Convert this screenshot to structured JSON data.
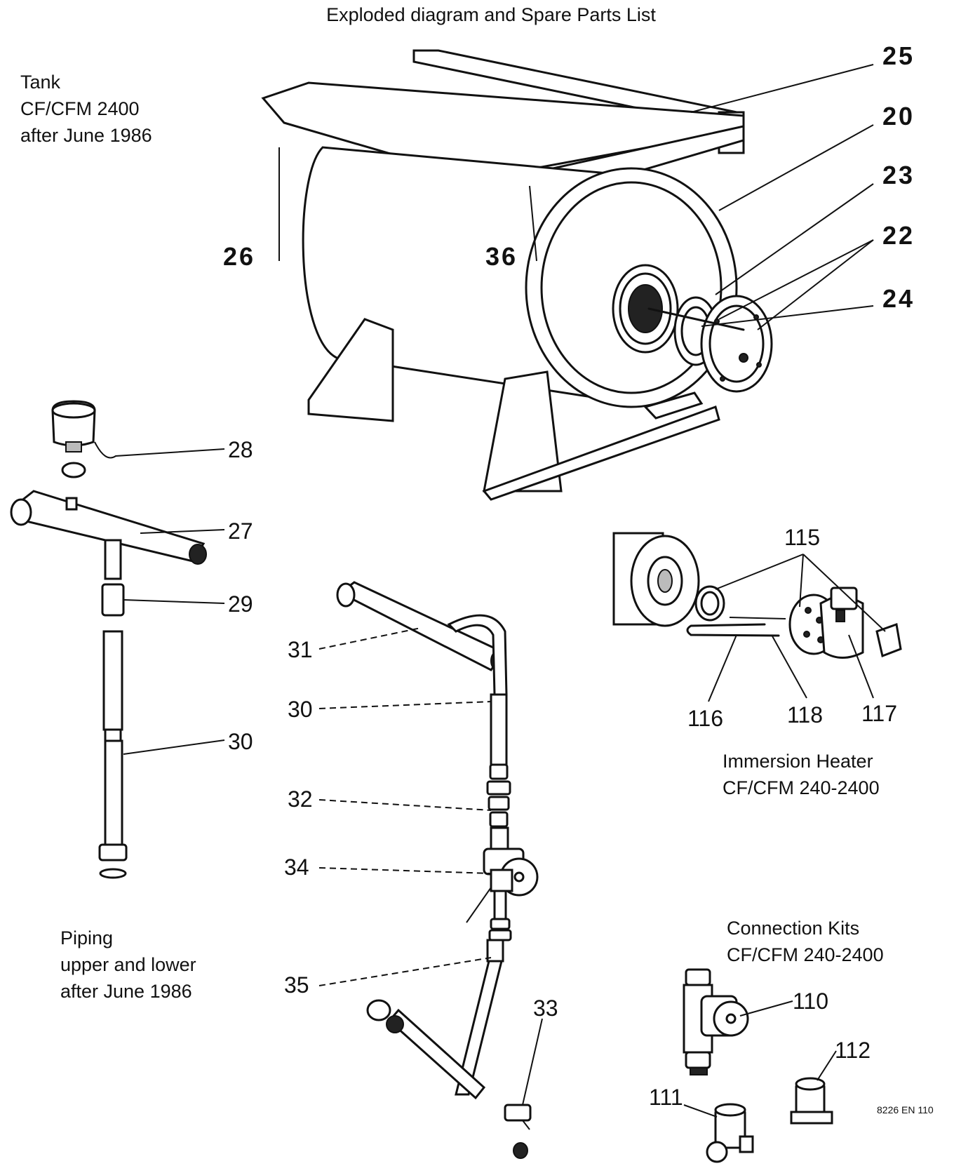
{
  "title": "Exploded diagram and Spare Parts List",
  "sections": {
    "tank": {
      "lines": [
        "Tank",
        "CF/CFM 2400",
        "after June 1986"
      ]
    },
    "piping": {
      "lines": [
        "Piping",
        "upper and lower",
        "after June 1986"
      ]
    },
    "immersion_heater": {
      "lines": [
        "Immersion Heater",
        "CF/CFM 240-2400"
      ]
    },
    "connection_kits": {
      "lines": [
        "Connection Kits",
        "CF/CFM 240-2400"
      ]
    }
  },
  "part_labels": {
    "p25": "25",
    "p20": "20",
    "p23": "23",
    "p22": "22",
    "p24": "24",
    "p26": "26",
    "p36": "36",
    "p28": "28",
    "p27": "27",
    "p29": "29",
    "p30a": "30",
    "p31": "31",
    "p30b": "30",
    "p32": "32",
    "p34": "34",
    "p35": "35",
    "p33": "33",
    "p115": "115",
    "p116": "116",
    "p118": "118",
    "p117": "117",
    "p110": "110",
    "p112": "112",
    "p111": "111"
  },
  "reference_code": "8226 EN 110"
}
